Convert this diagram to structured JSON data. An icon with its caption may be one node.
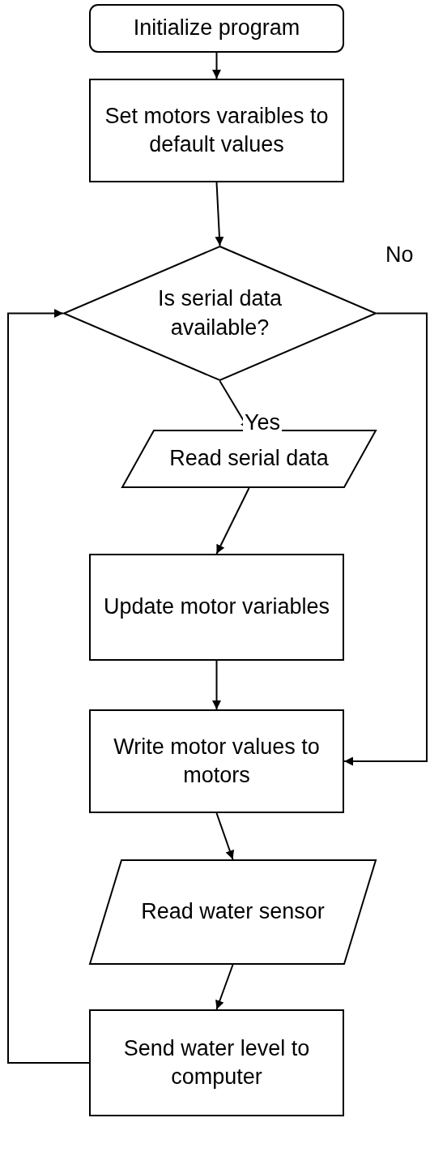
{
  "diagram": {
    "nodes": [
      {
        "text": [
          "Initialize program"
        ]
      },
      {
        "text": [
          "Set motors varaibles to default values"
        ]
      },
      {
        "text": [
          "Is serial data available?"
        ]
      },
      {
        "text": [
          "Read serial data"
        ]
      },
      {
        "text": [
          "Update motor variables"
        ]
      },
      {
        "text": [
          "Write motor values to motors"
        ]
      },
      {
        "text": [
          "Read water sensor"
        ]
      },
      {
        "text": [
          "Send water level to computer"
        ]
      }
    ],
    "edges": [
      {
        "from": 0,
        "to": 1,
        "arrow": "to"
      },
      {
        "from": 1,
        "to": 2,
        "arrow": "to"
      },
      {
        "from": 2,
        "to": 3,
        "arrow": "to",
        "label": "Yes"
      },
      {
        "from": 3,
        "to": 4,
        "arrow": "to"
      },
      {
        "from": 4,
        "to": 5,
        "arrow": "to"
      },
      {
        "from": 2,
        "to": 5,
        "arrow": "to",
        "label": "No"
      },
      {
        "from": 5,
        "to": 6,
        "arrow": "to"
      },
      {
        "from": 6,
        "to": 7,
        "arrow": "to"
      },
      {
        "from": 7,
        "to": 2,
        "arrow": "to"
      }
    ]
  }
}
